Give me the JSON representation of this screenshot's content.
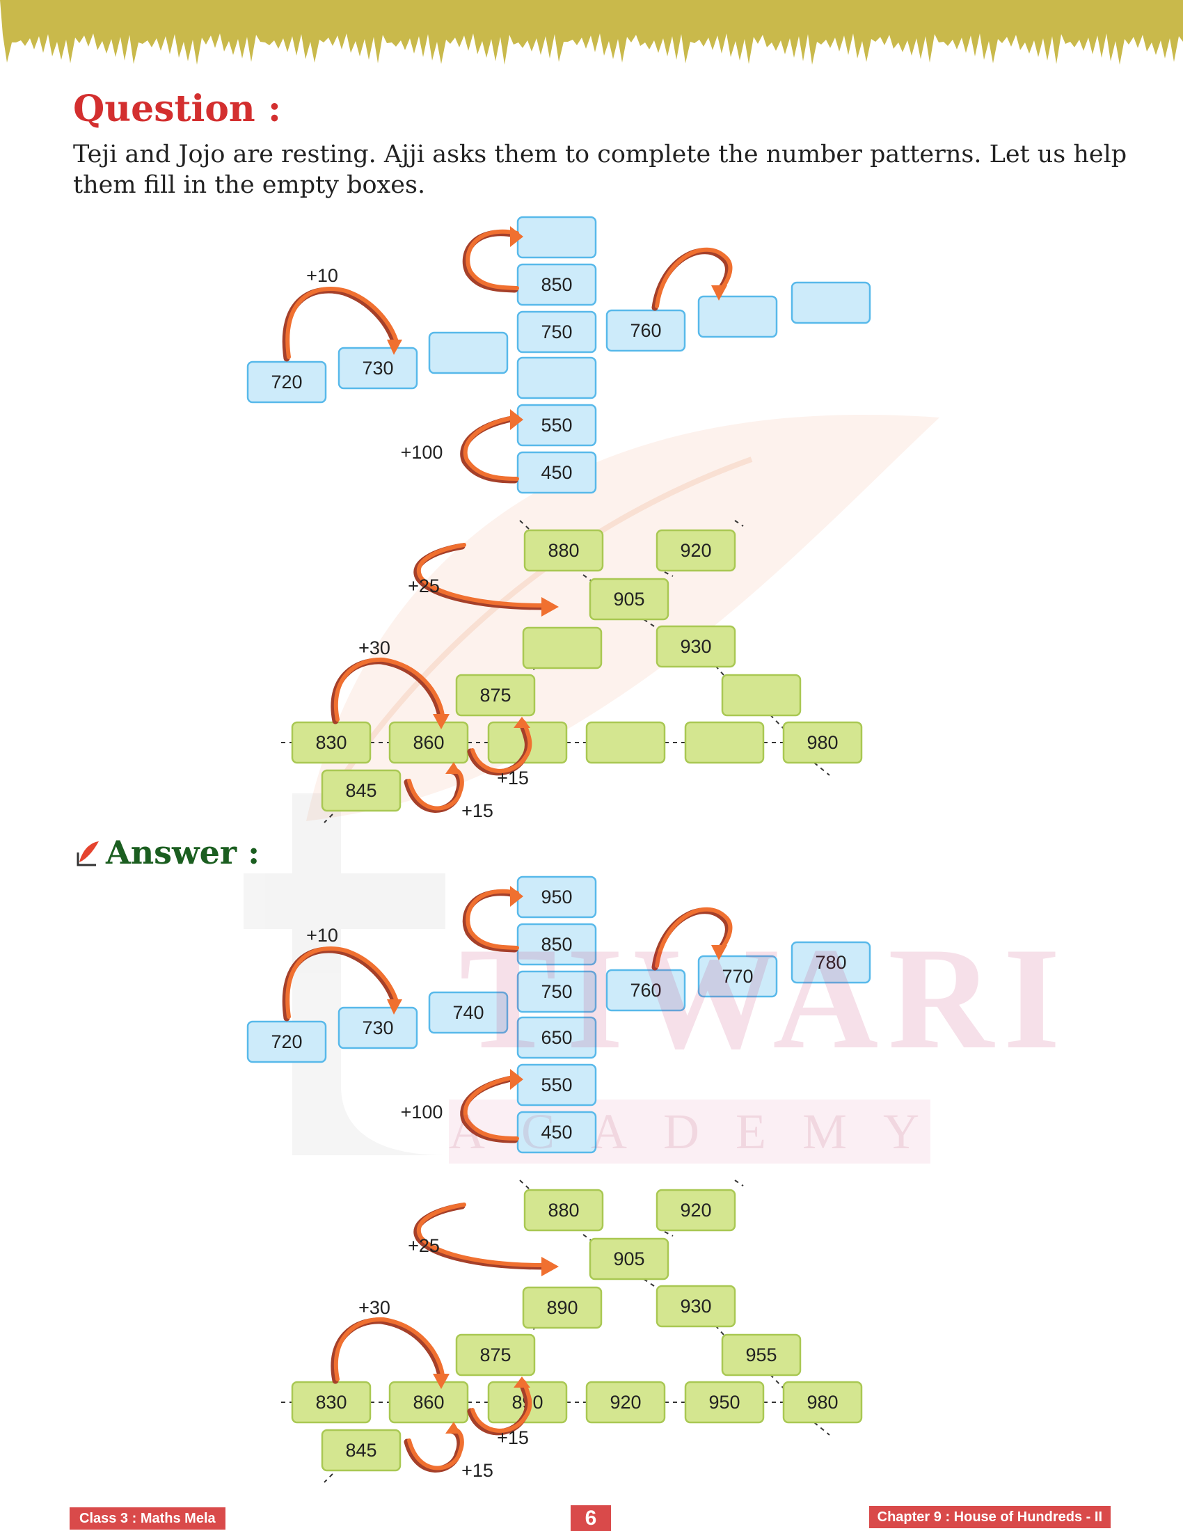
{
  "theme": {
    "question_color": "#D32F2F",
    "answer_color": "#1B5E20",
    "blue_fill": "#CDEBFA",
    "blue_stroke": "#58B9EA",
    "green_fill": "#D4E690",
    "green_stroke": "#A9C853",
    "arrow_color": "#F07030",
    "arrow_shadow": "#A5402A",
    "footer_color": "#D94A4A",
    "grass_color": "#C9B94B",
    "watermark_color": "#C2185B"
  },
  "question_heading": "Question :",
  "question_text": "Teji and Jojo are resting. Ajji asks them to complete the number patterns. Let us help them fill in the empty boxes.",
  "answer_heading": "Answer :",
  "watermark": {
    "main": "TIWARI",
    "sub": "ACADEMY"
  },
  "footer": {
    "left": "Class 3 : Maths Mela",
    "page": "6",
    "right": "Chapter 9 : House of Hundreds - II"
  },
  "puzzle_labels": {
    "plus10": "+10",
    "plus100": "+100",
    "plus25": "+25",
    "plus30": "+30",
    "plus15": "+15"
  },
  "question": {
    "blue_horizontal": [
      "720",
      "730",
      "",
      "750",
      "760",
      "",
      ""
    ],
    "blue_vertical": [
      "",
      "850",
      "750",
      "",
      "550",
      "450"
    ],
    "green": {
      "g880": "880",
      "g920": "920",
      "g905": "905",
      "g930": "930",
      "g890": "",
      "g875": "875",
      "g955": "",
      "g830": "830",
      "g860": "860",
      "g890b": "",
      "g920b": "",
      "g950": "",
      "g980": "980",
      "g845": "845"
    }
  },
  "answer": {
    "blue_horizontal": [
      "720",
      "730",
      "740",
      "750",
      "760",
      "770",
      "780"
    ],
    "blue_vertical": [
      "950",
      "850",
      "750",
      "650",
      "550",
      "450"
    ],
    "green": {
      "g880": "880",
      "g920": "920",
      "g905": "905",
      "g930": "930",
      "g890": "890",
      "g875": "875",
      "g955": "955",
      "g830": "830",
      "g860": "860",
      "g890b": "890",
      "g920b": "920",
      "g950": "950",
      "g980": "980",
      "g845": "845"
    }
  }
}
